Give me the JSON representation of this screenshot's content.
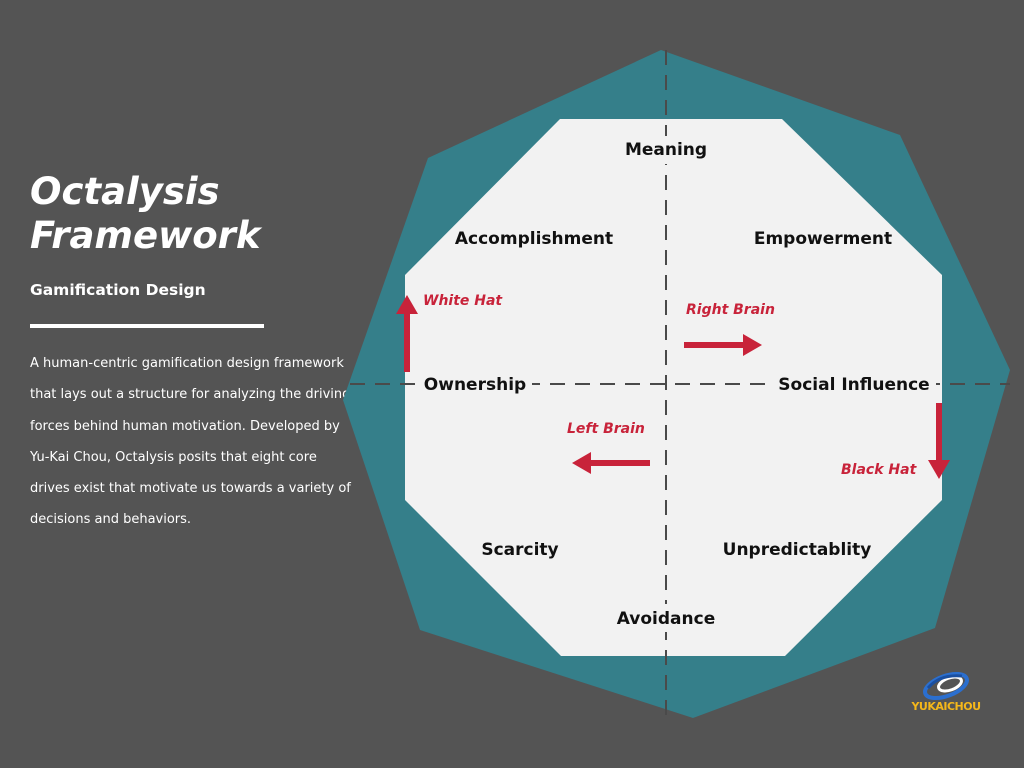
{
  "header": {
    "title_line1": "Octalysis",
    "title_line2": "Framework",
    "subtitle": "Gamification Design",
    "description": "A human-centric gamification design framework that lays out a structure for analyzing the driving forces behind human motivation. Developed by Yu-Kai Chou, Octalysis posits that eight core drives exist that motivate us towards a variety of decisions and behaviors."
  },
  "core_drives": {
    "top": "Meaning",
    "top_left": "Accomplishment",
    "top_right": "Empowerment",
    "left": "Ownership",
    "right": "Social Influence",
    "bottom_left": "Scarcity",
    "bottom_right": "Unpredictablity",
    "bottom": "Avoidance"
  },
  "directions": {
    "white_hat": "White Hat",
    "right_brain": "Right Brain",
    "left_brain": "Left Brain",
    "black_hat": "Black Hat"
  },
  "logo": {
    "text": "YUKAICHOU",
    "icon": "yukaichou-logo-icon"
  },
  "colors": {
    "background": "#545454",
    "octagon_outer": "#357f8a",
    "octagon_inner": "#f2f2f2",
    "arrow": "#c8233a",
    "axis": "#4a4a4a"
  }
}
